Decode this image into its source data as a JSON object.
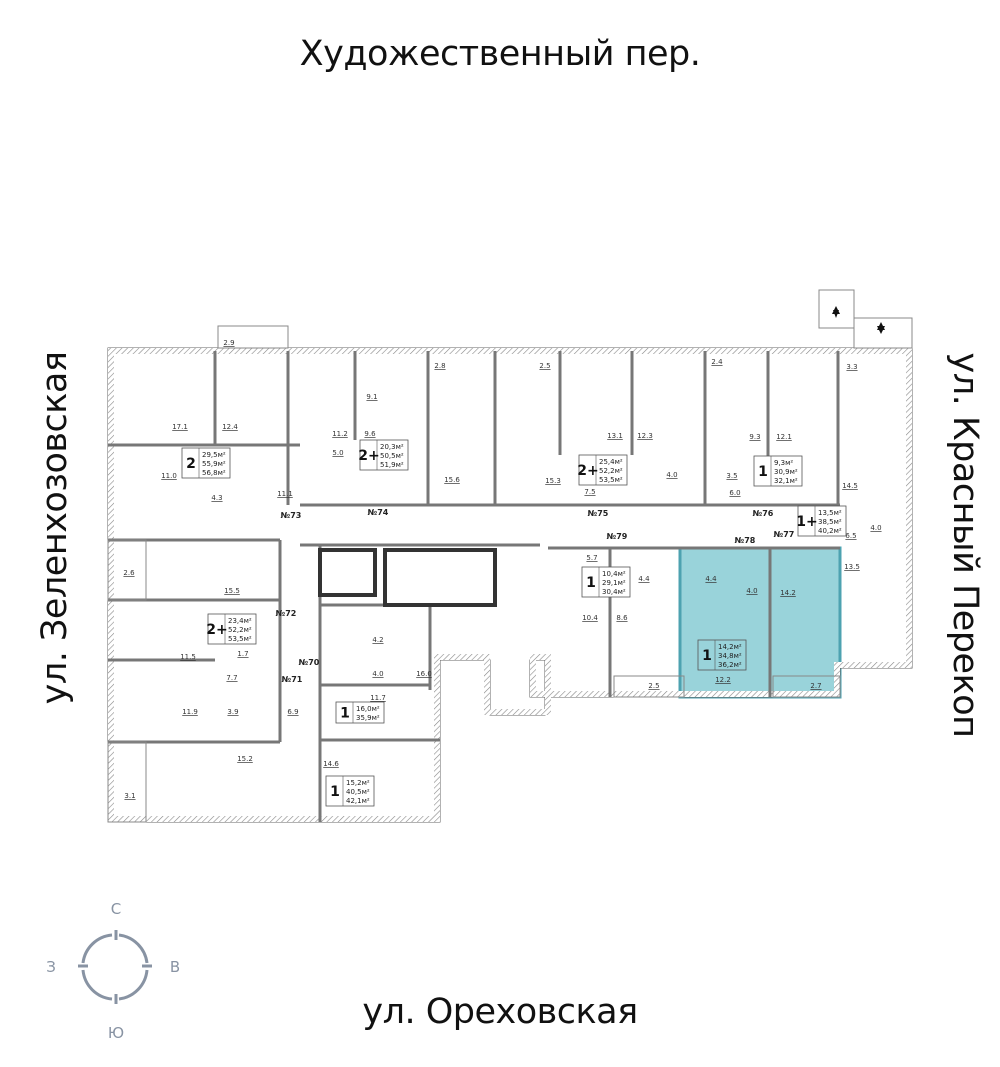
{
  "streets": {
    "top": "Художественный пер.",
    "bottom": "ул. Ореховская",
    "left": "ул. Зеленхозовская",
    "right": "ул. Красный Перекоп"
  },
  "compass": {
    "north": "С",
    "south": "Ю",
    "west": "З",
    "east": "В",
    "color": "#8893a3"
  },
  "highlight": {
    "fill": "#8fcfd6",
    "border": "#3a98a8"
  },
  "room_areas": [
    "2.9",
    "17.1",
    "12.4",
    "11.0",
    "4.3",
    "11.1",
    "9.1",
    "9.6",
    "11.2",
    "5.0",
    "2.8",
    "2.5",
    "15.6",
    "15.3",
    "13.1",
    "12.3",
    "7.5",
    "4.0",
    "3.5",
    "2.4",
    "9.3",
    "12.1",
    "6.0",
    "3.3",
    "14.5",
    "4.0",
    "6.5",
    "13.5",
    "2.6",
    "15.5",
    "11.5",
    "1.7",
    "7.7",
    "11.9",
    "3.9",
    "6.9",
    "15.2",
    "3.1",
    "4.2",
    "4.0",
    "16.0",
    "11.7",
    "14.6",
    "5.7",
    "4.4",
    "10.4",
    "8.6",
    "2.5",
    "4.4",
    "4.0",
    "14.2",
    "12.2",
    "2.7"
  ],
  "apartment_numbers": [
    "№70",
    "№71",
    "№72",
    "№73",
    "№74",
    "№75",
    "№76",
    "№77",
    "№78",
    "№79"
  ],
  "apartments": [
    {
      "rooms": "2",
      "areas": [
        "29,5м²",
        "55,9м²",
        "56,8м²"
      ]
    },
    {
      "rooms": "2+",
      "areas": [
        "20,3м²",
        "50,5м²",
        "51,9м²"
      ]
    },
    {
      "rooms": "2+",
      "areas": [
        "25,4м²",
        "52,2м²",
        "53,5м²"
      ]
    },
    {
      "rooms": "1",
      "areas": [
        "9,3м²",
        "30,9м²",
        "32,1м²"
      ]
    },
    {
      "rooms": "1+",
      "areas": [
        "13,5м²",
        "38,5м²",
        "40,2м²"
      ]
    },
    {
      "rooms": "2+",
      "areas": [
        "23,4м²",
        "52,2м²",
        "53,5м²"
      ]
    },
    {
      "rooms": "1",
      "areas": [
        "16,0м²",
        "35,9м²"
      ]
    },
    {
      "rooms": "1",
      "areas": [
        "15,2м²",
        "40,5м²",
        "42,1м²"
      ]
    },
    {
      "rooms": "1",
      "areas": [
        "10,4м²",
        "29,1м²",
        "30,4м²"
      ]
    },
    {
      "rooms": "1",
      "areas": [
        "14,2м²",
        "34,8м²",
        "36,2м²"
      ],
      "selected": true
    }
  ]
}
